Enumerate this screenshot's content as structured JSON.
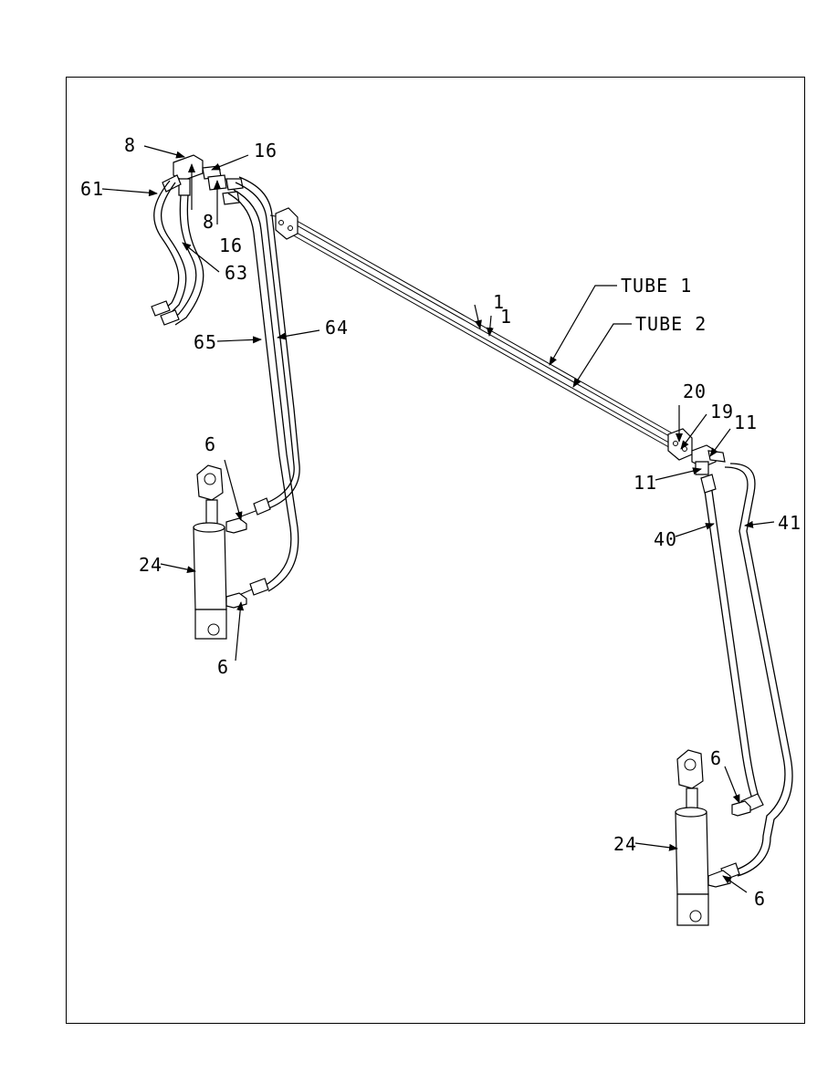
{
  "labels": {
    "fitting_8_top": "8",
    "fitting_16_top": "16",
    "hose_61": "61",
    "fitting_8_mid": "8",
    "fitting_16_mid": "16",
    "hose_63": "63",
    "hose_65": "65",
    "hose_64": "64",
    "part_1a": "1",
    "part_1b": "1",
    "tube_1": "TUBE 1",
    "tube_2": "TUBE 2",
    "clamp_20": "20",
    "part_19": "19",
    "part_11_right": "11",
    "part_11_left": "11",
    "hose_40": "40",
    "hose_41": "41",
    "fitting_6_left_top": "6",
    "cylinder_24_left": "24",
    "fitting_6_left_bottom": "6",
    "fitting_6_right_top": "6",
    "cylinder_24_right": "24",
    "fitting_6_right_bottom": "6"
  }
}
